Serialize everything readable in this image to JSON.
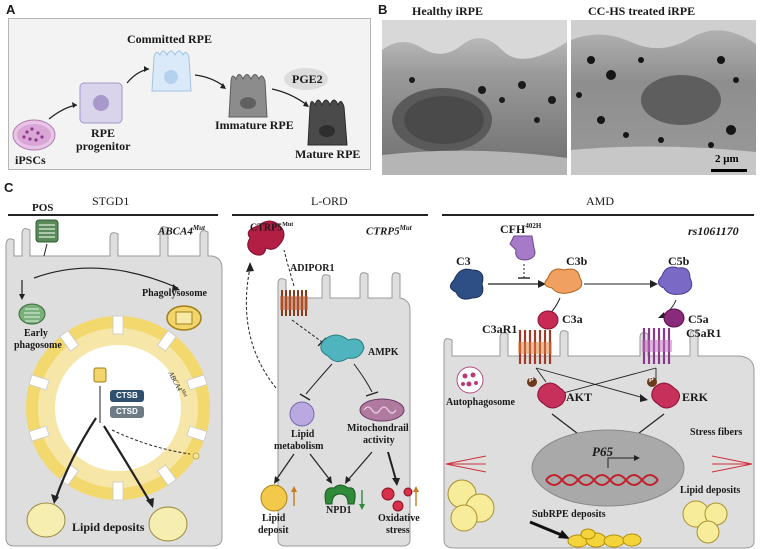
{
  "panels": {
    "a": {
      "letter": "A"
    },
    "b": {
      "letter": "B"
    },
    "c": {
      "letter": "C"
    }
  },
  "panel_a": {
    "stages": [
      "iPSCs",
      "RPE progenitor",
      "Committed RPE",
      "Immature RPE",
      "Mature RPE"
    ],
    "rpe_progenitor_line1": "RPE",
    "rpe_progenitor_line2": "progenitor",
    "factor": "PGE2",
    "colors": {
      "background": "#f3f3f3",
      "border": "#b0b0b0",
      "ipsc": "#d9a6d6",
      "progenitor": "#d9d3ec",
      "committed": "#dbeaf8",
      "immature": "#8c8c8c",
      "mature": "#4a4a4a"
    }
  },
  "panel_b": {
    "left_title": "Healthy iRPE",
    "right_title": "CC-HS treated iRPE",
    "scale_bar": "2 μm"
  },
  "panel_c": {
    "stgd1": {
      "title": "STGD1",
      "mutation": "ABCA4",
      "mutation_sup": "Mut",
      "pos": "POS",
      "phagolysosome": "Phagolysosome",
      "early_phagosome_line1": "Early",
      "early_phagosome_line2": "phagosome",
      "membrane_label": "ABCA4",
      "membrane_sup": "Mut",
      "ctsb": "CTSB",
      "ctsd": "CTSD",
      "lipid_deposits": "Lipid deposits"
    },
    "lord": {
      "title": "L-ORD",
      "ctrp5": "CTRP5",
      "ctrp5_sup": "Mut",
      "mutation": "CTRP5",
      "mutation_sup": "Mut",
      "adipor1": "ADIPOR1",
      "ampk": "AMPK",
      "lipid_metabolism_line1": "Lipid",
      "lipid_metabolism_line2": "metabolism",
      "mito_line1": "Mitochondrail",
      "mito_line2": "activity",
      "lipid_deposit_line1": "Lipid",
      "lipid_deposit_line2": "deposit",
      "npd1": "NPD1",
      "oxidative_line1": "Oxidative",
      "oxidative_line2": "stress"
    },
    "amd": {
      "title": "AMD",
      "cfh": "CFH",
      "cfh_sup": "402H",
      "snp": "rs1061170",
      "c3": "C3",
      "c3b": "C3b",
      "c5b": "C5b",
      "c3a": "C3a",
      "c3ar1": "C3aR1",
      "c5a": "C5a",
      "c5ar1": "C5aR1",
      "autophagosome": "Autophagosome",
      "akt": "AKT",
      "erk": "ERK",
      "p_label": "P",
      "p65": "P65",
      "stress_fibers": "Stress fibers",
      "lipid_deposits": "Lipid deposits",
      "subrpe": "SubRPE deposits"
    }
  }
}
